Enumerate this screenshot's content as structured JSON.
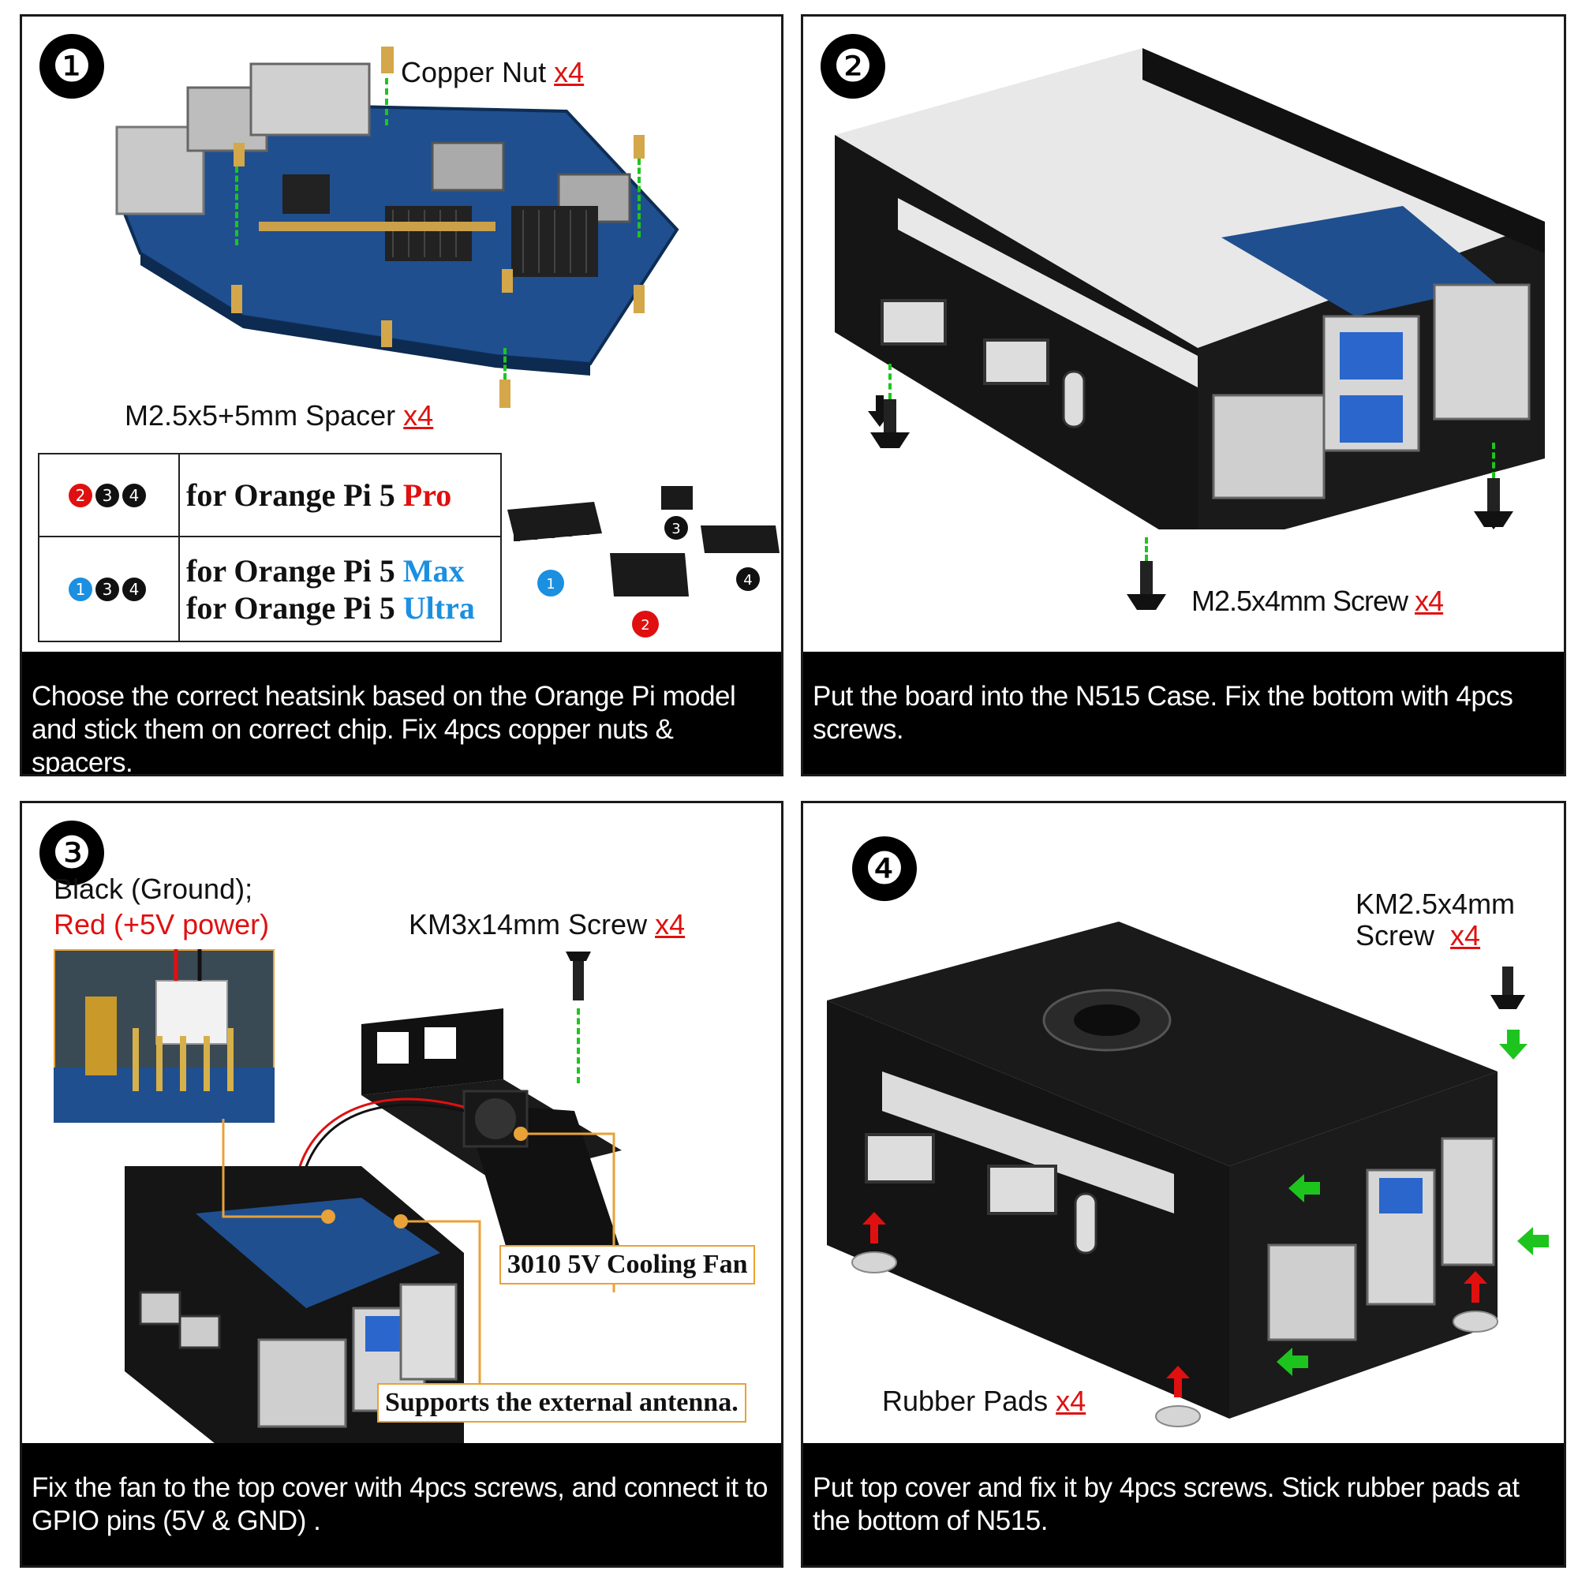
{
  "steps": [
    {
      "number": "❶",
      "caption": "Choose the correct heatsink based on the Orange Pi model and stick them on correct chip. Fix 4pcs copper nuts & spacers.",
      "labels": {
        "copper_nut": "Copper Nut",
        "copper_nut_qty": "x4",
        "spacer": "M2.5x5+5mm Spacer",
        "spacer_qty": "x4"
      },
      "table": [
        {
          "badges": [
            "2",
            "3",
            "4"
          ],
          "badge_colors": [
            "#e01010",
            "#111111",
            "#111111"
          ],
          "lines": [
            {
              "prefix": "for Orange Pi 5 ",
              "model": "Pro",
              "model_color": "#e01010"
            }
          ]
        },
        {
          "badges": [
            "1",
            "3",
            "4"
          ],
          "badge_colors": [
            "#1b8fe0",
            "#111111",
            "#111111"
          ],
          "lines": [
            {
              "prefix": "for Orange Pi 5 ",
              "model": "Max",
              "model_color": "#1b8fe0"
            },
            {
              "prefix": "for Orange Pi 5 ",
              "model": "Ultra",
              "model_color": "#1b8fe0"
            }
          ]
        }
      ],
      "heatsink_badges": [
        "1",
        "2",
        "3",
        "4"
      ]
    },
    {
      "number": "❷",
      "caption": "Put the board into the N515 Case. Fix the bottom with 4pcs screws.",
      "labels": {
        "screw": "M2.5x4mm Screw",
        "screw_qty": "x4"
      }
    },
    {
      "number": "❸",
      "caption": "Fix the fan to the top cover with 4pcs screws, and connect it to GPIO pins (5V & GND) .",
      "labels": {
        "black": "Black (Ground);",
        "red": "Red (+5V power)",
        "screw": "KM3x14mm Screw",
        "screw_qty": "x4",
        "fan": "3010 5V Cooling Fan",
        "antenna": "Supports the external antenna."
      }
    },
    {
      "number": "❹",
      "caption": "Put top cover and fix it by 4pcs screws.  Stick rubber pads at the bottom of N515.",
      "labels": {
        "screw_line1": "KM2.5x4mm",
        "screw_line2": "Screw",
        "screw_qty": "x4",
        "pads": "Rubber Pads",
        "pads_qty": "x4"
      }
    }
  ],
  "colors": {
    "accent_red": "#e01010",
    "accent_blue": "#1b8fe0",
    "guide_green": "#1ec41e",
    "callout_orange": "#e8a238",
    "board_blue": "#1f4f8f",
    "case_black": "#111111"
  }
}
